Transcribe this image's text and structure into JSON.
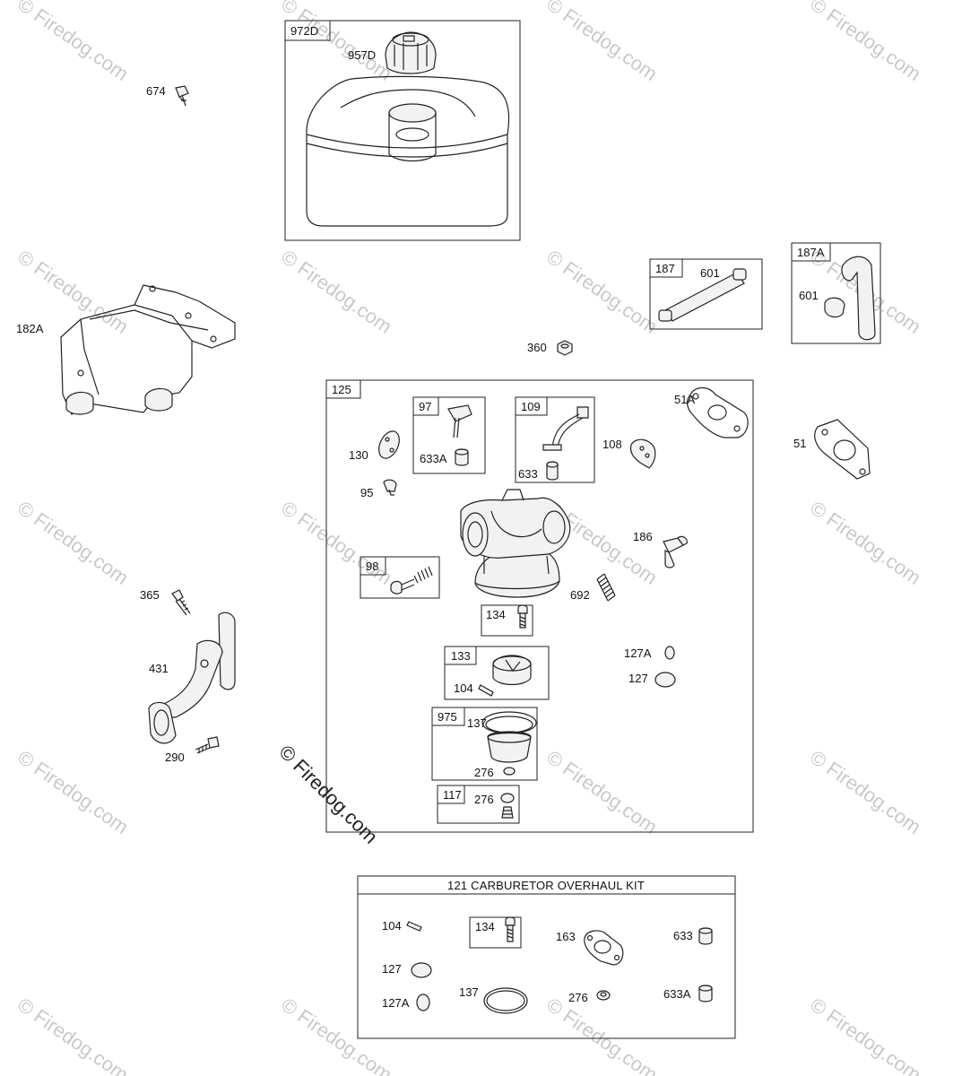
{
  "watermark": {
    "text": "© Firedog.com"
  },
  "labels": {
    "p674": "674",
    "p972D": "972D",
    "p957D": "957D",
    "p182A": "182A",
    "p187": "187",
    "p601a": "601",
    "p187A": "187A",
    "p601b": "601",
    "p360": "360",
    "p125": "125",
    "p51A": "51A",
    "p51": "51",
    "p97": "97",
    "p633A": "633A",
    "p109": "109",
    "p633": "633",
    "p130": "130",
    "p108": "108",
    "p95": "95",
    "p186": "186",
    "p98": "98",
    "p692": "692",
    "p365": "365",
    "p134": "134",
    "p431": "431",
    "p133": "133",
    "p104": "104",
    "p127A": "127A",
    "p127": "127",
    "p975": "975",
    "p137": "137",
    "p276a": "276",
    "p290": "290",
    "p117": "117",
    "p276b": "276"
  },
  "kit": {
    "title": "121 CARBURETOR OVERHAUL KIT",
    "k104": "104",
    "k134": "134",
    "k163": "163",
    "k633": "633",
    "k127": "127",
    "k127A": "127A",
    "k137": "137",
    "k276": "276",
    "k633A": "633A"
  }
}
